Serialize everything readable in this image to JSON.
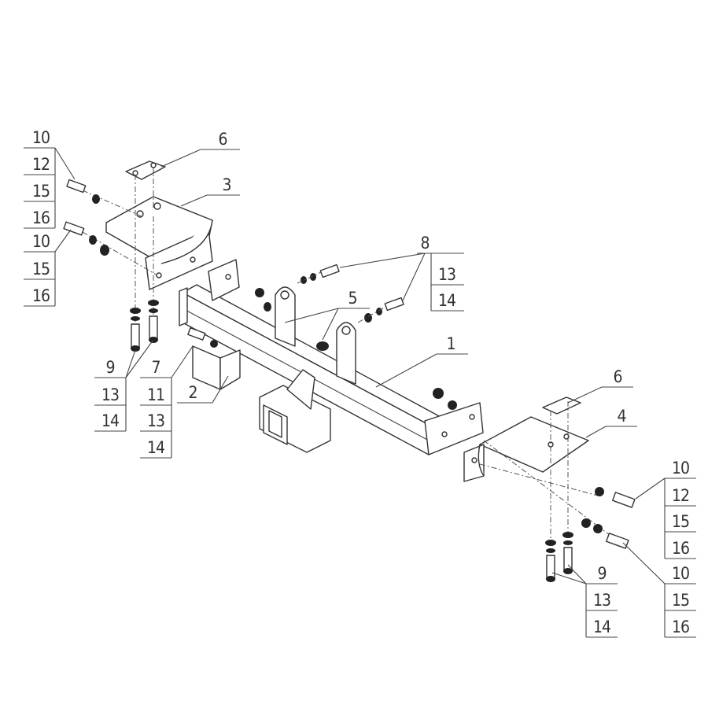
{
  "callouts": {
    "left_top_bolt": [
      "10",
      "12",
      "15",
      "16"
    ],
    "left_lower_bolt": [
      "10",
      "15",
      "16"
    ],
    "left_top_plate": "6",
    "left_bracket": "3",
    "left_vertical_bolt": [
      "9",
      "13",
      "14"
    ],
    "left_small_bolt": [
      "7",
      "11",
      "13",
      "14"
    ],
    "socket_bracket": "2",
    "shackle_bolts": [
      "8",
      "13",
      "14"
    ],
    "shackle_brackets": "5",
    "main_beam": "1",
    "right_top_plate": "6",
    "right_bracket": "4",
    "right_top_bolt": [
      "10",
      "12",
      "15",
      "16"
    ],
    "right_lower_bolt": [
      "10",
      "15",
      "16"
    ],
    "right_vertical_bolt": [
      "9",
      "13",
      "14"
    ]
  }
}
